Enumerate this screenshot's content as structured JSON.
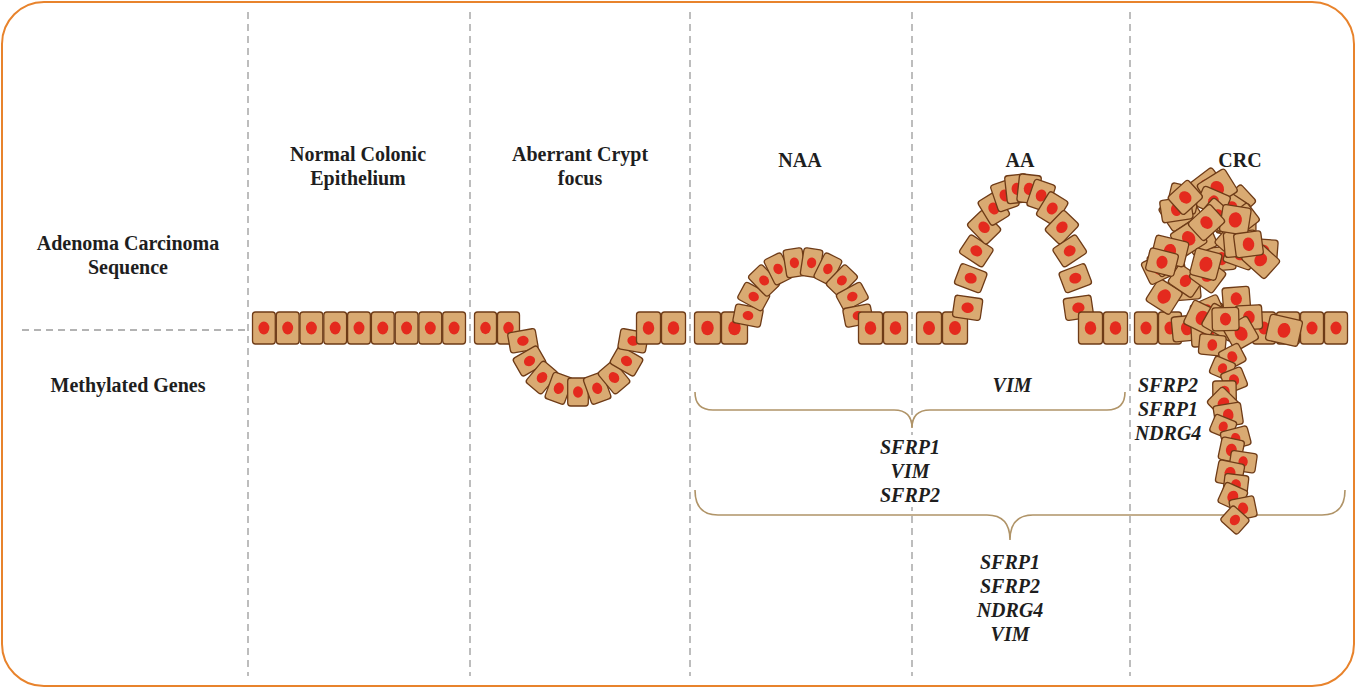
{
  "diagram": {
    "labels": [
      "Adenoma Carcinoma Sequence",
      "Methylated Genes",
      "Normal Colonic Epithelium",
      "Aberrant Crypt focus",
      "NAA",
      "AA",
      "CRC",
      "VIM",
      "SFRP1",
      "VIM",
      "SFRP2",
      "SFRP2",
      "SFRP1",
      "NDRG4",
      "SFRP1",
      "SFRP2",
      "NDRG4",
      "VIM"
    ]
  }
}
